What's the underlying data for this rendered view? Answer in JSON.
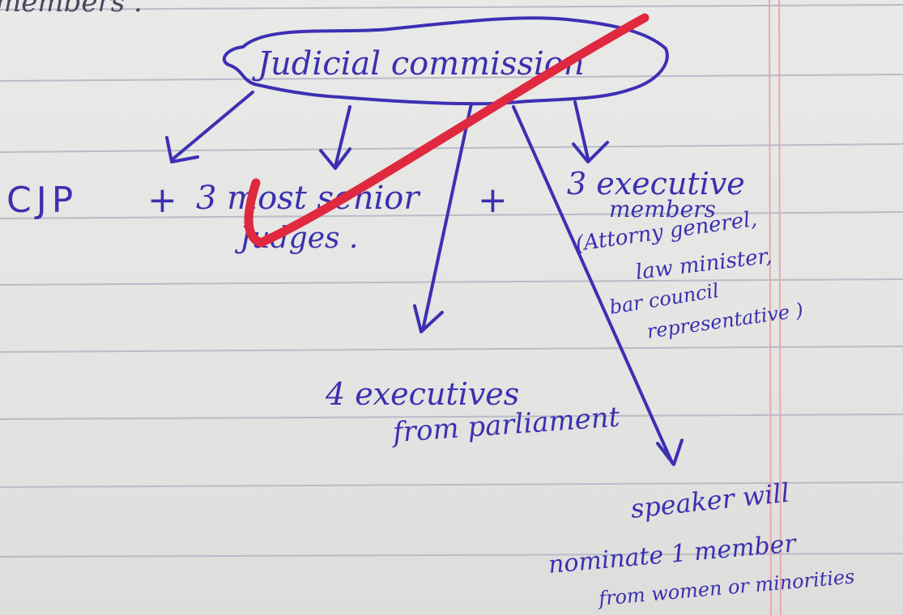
{
  "page": {
    "top_fragment": "members .",
    "ink_color": "#3c2fb0",
    "correction_color": "#e0283f",
    "rule_line_color": "#b9bcc7",
    "margin_line_color": "#e7a9b0"
  },
  "diagram": {
    "root": "Judicial commission",
    "nodes": {
      "cjp": "CJP",
      "plus_1": "+",
      "senior_judges": [
        "3 most senior",
        "Judges ."
      ],
      "plus_2": "+",
      "executive_members": [
        "3 executive",
        "members",
        "(Attorny generel,",
        "law minister,",
        "bar council",
        "representative )"
      ],
      "executives_parliament": [
        "4 executives",
        "from parliament"
      ],
      "speaker": [
        "speaker will",
        "nominate 1 member",
        "from women or minorities"
      ]
    },
    "correction_mark": "check-mark"
  }
}
